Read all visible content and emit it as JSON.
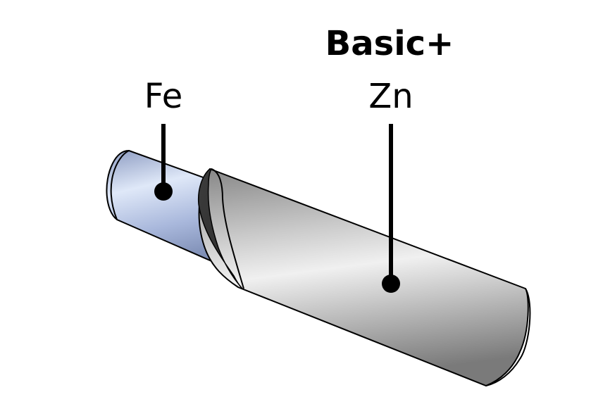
{
  "title": "Basic+",
  "labels": {
    "core": "Fe",
    "coating": "Zn"
  },
  "colors": {
    "core_fill_light": "#dfe8f8",
    "core_fill_mid": "#a9b8dc",
    "core_fill_dark": "#7f8fb6",
    "coating_fill_light": "#f0f0f0",
    "coating_fill_mid": "#b5b5b5",
    "coating_fill_dark": "#7a7a7a",
    "outline": "#000000",
    "leader": "#000000"
  },
  "icons": {
    "core": "steel-rod",
    "coating": "zinc-layer"
  }
}
